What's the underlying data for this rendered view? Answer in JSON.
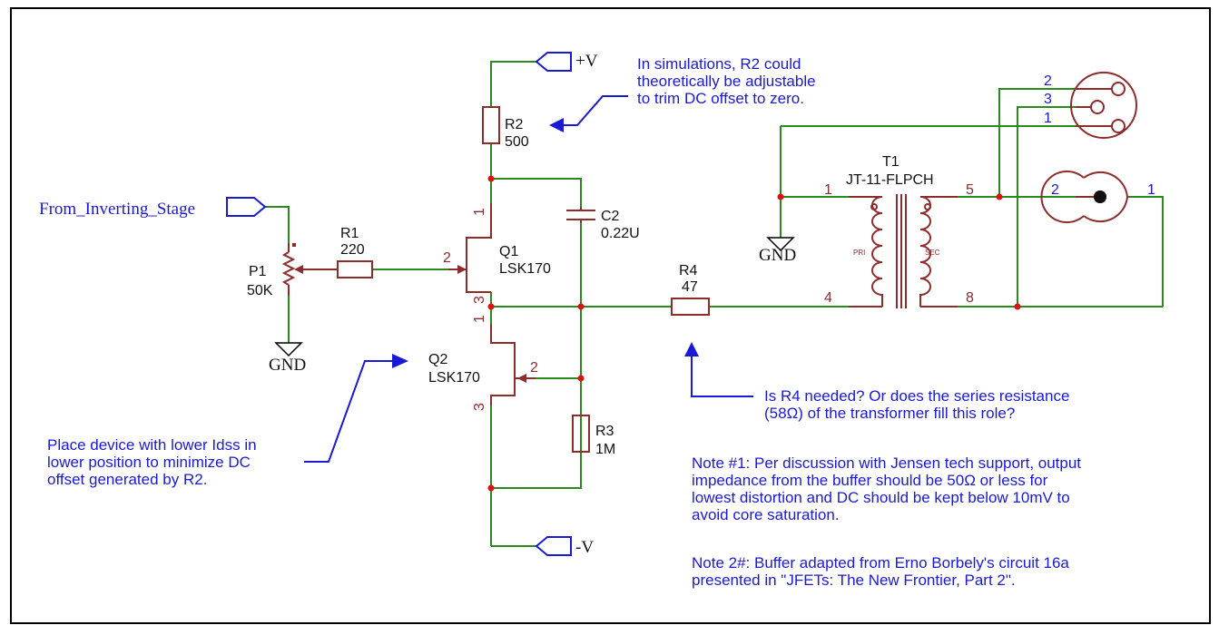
{
  "nets": {
    "input": "From_Inverting_Stage",
    "vplus": "+V",
    "vminus": "-V",
    "gnd": "GND"
  },
  "components": {
    "p1": {
      "ref": "P1",
      "value": "50K"
    },
    "r1": {
      "ref": "R1",
      "value": "220"
    },
    "r2": {
      "ref": "R2",
      "value": "500"
    },
    "r3": {
      "ref": "R3",
      "value": "1M"
    },
    "r4": {
      "ref": "R4",
      "value": "47"
    },
    "c2": {
      "ref": "C2",
      "value": "0.22U"
    },
    "q1": {
      "ref": "Q1",
      "value": "LSK170"
    },
    "q2": {
      "ref": "Q2",
      "value": "LSK170"
    },
    "t1": {
      "ref": "T1",
      "value": "JT-11-FLPCH",
      "pri": "PRI",
      "sec": "SEC"
    }
  },
  "pins": {
    "q1_drain": "1",
    "q1_gate": "2",
    "q1_source": "3",
    "q2_drain": "1",
    "q2_gate": "2",
    "q2_source": "3",
    "t1_p1": "1",
    "t1_p4": "4",
    "t1_p5": "5",
    "t1_p8": "8",
    "xlr_2": "2",
    "xlr_3": "3",
    "xlr_1": "1",
    "rca_2": "2",
    "rca_1": "1"
  },
  "notes": {
    "r2": [
      "In simulations, R2 could",
      "theoretically be adjustable",
      "to trim DC offset to zero."
    ],
    "idss": [
      "Place device with lower Idss in",
      "lower position to minimize DC",
      "offset generated by R2."
    ],
    "r4": [
      "Is R4 needed? Or does the series resistance",
      "(58Ω) of the transformer fill this role?"
    ],
    "note1": [
      "Note #1: Per discussion with Jensen tech support, output",
      "impedance from the buffer should be 50Ω or less for",
      "lowest distortion and DC should be kept below 10mV to",
      "avoid core saturation."
    ],
    "note2": [
      "Note 2#: Buffer adapted from Erno Borbely's circuit 16a",
      "presented in \"JFETs: The New Frontier, Part 2\"."
    ]
  },
  "colors": {
    "wire": "#2a8a1e",
    "component": "#8e2b2b",
    "annotation": "#1a1ad6",
    "junction": "#dd1111",
    "border": "#000000"
  }
}
